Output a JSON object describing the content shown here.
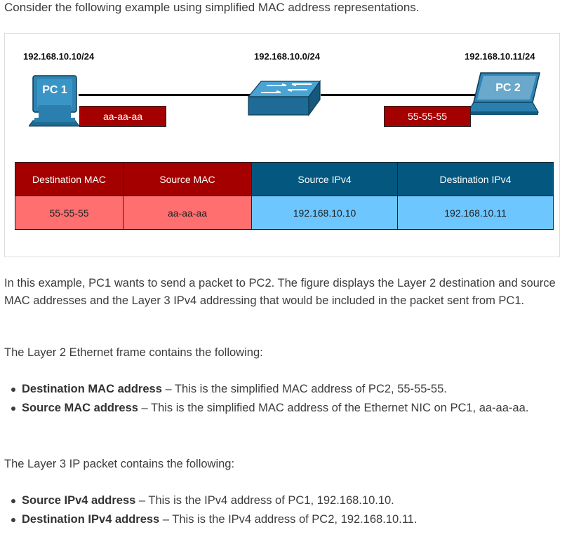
{
  "intro": "Consider the following example using simplified MAC address representations.",
  "figure": {
    "pc1_ip": "192.168.10.10/24",
    "network_ip": "192.168.10.0/24",
    "pc2_ip": "192.168.10.11/24",
    "pc1_label": "PC 1",
    "pc2_label": "PC 2",
    "pc1_mac": "aa-aa-aa",
    "pc2_mac": "55-55-55",
    "colors": {
      "mac": "#a50000",
      "mac_value": "#ff6f6f",
      "ip_header": "#04587f",
      "ip_value": "#6ec6ff"
    },
    "table": {
      "headers": [
        "Destination MAC",
        "Source MAC",
        "Source IPv4",
        "Destination IPv4"
      ],
      "values": [
        "55-55-55",
        "aa-aa-aa",
        "192.168.10.10",
        "192.168.10.11"
      ]
    }
  },
  "para1": "In this example, PC1 wants to send a packet to PC2. The figure displays the Layer 2 destination and source MAC addresses and the Layer 3 IPv4 addressing that would be included in the packet sent from PC1.",
  "para2": "The Layer 2 Ethernet frame contains the following:",
  "list1": [
    {
      "term": "Destination MAC address",
      "text": " – This is the simplified MAC address of PC2, 55-55-55."
    },
    {
      "term": "Source MAC address",
      "text": " – This is the simplified MAC address of the Ethernet NIC on PC1, aa-aa-aa."
    }
  ],
  "para3": "The Layer 3 IP packet contains the following:",
  "list2": [
    {
      "term": "Source IPv4 address",
      "text": " – This is the IPv4 address of PC1, 192.168.10.10."
    },
    {
      "term": "Destination IPv4 address",
      "text": " – This is the IPv4 address of PC2, 192.168.10.11."
    }
  ]
}
